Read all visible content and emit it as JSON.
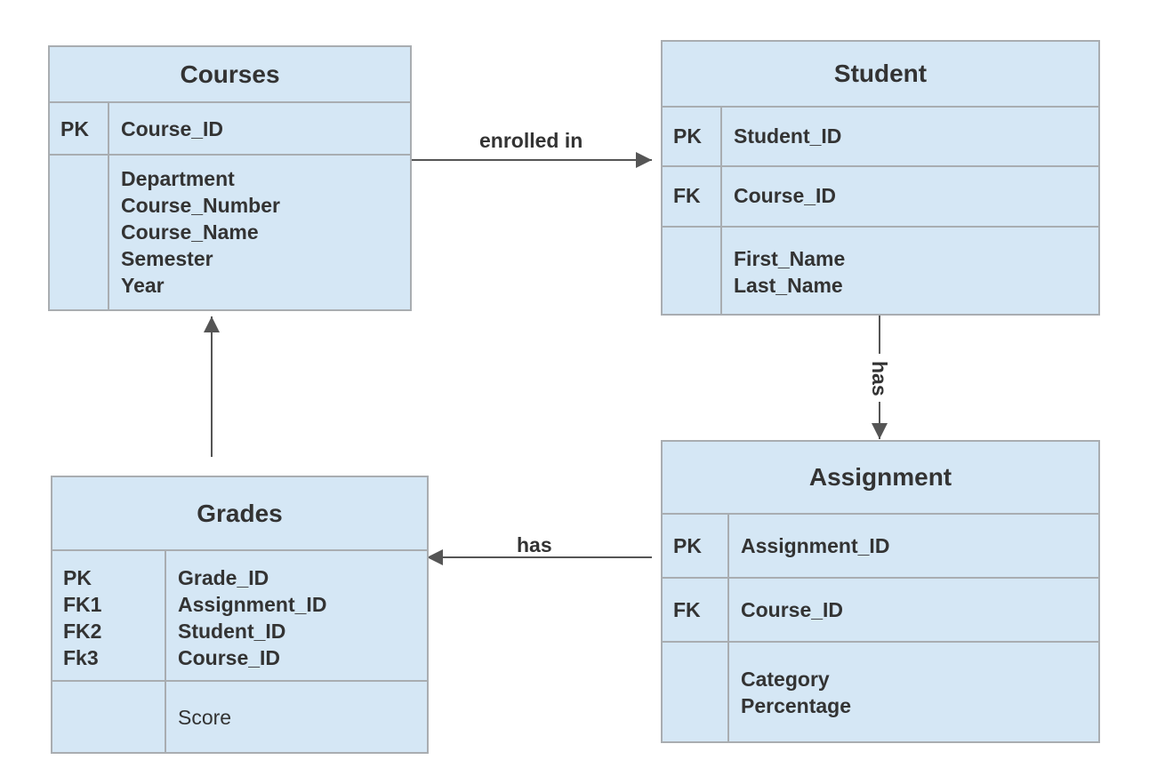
{
  "entities": {
    "courses": {
      "title": "Courses",
      "pk_key": "PK",
      "pk_field": "Course_ID",
      "attributes": [
        "Department",
        "Course_Number",
        "Course_Name",
        "Semester",
        "Year"
      ]
    },
    "student": {
      "title": "Student",
      "pk_key": "PK",
      "pk_field": "Student_ID",
      "fk_key": "FK",
      "fk_field": "Course_ID",
      "attributes": [
        "First_Name",
        "Last_Name"
      ]
    },
    "assignment": {
      "title": "Assignment",
      "pk_key": "PK",
      "pk_field": "Assignment_ID",
      "fk_key": "FK",
      "fk_field": "Course_ID",
      "attributes": [
        "Category",
        "Percentage"
      ]
    },
    "grades": {
      "title": "Grades",
      "keys": [
        "PK",
        "FK1",
        "FK2",
        "Fk3"
      ],
      "key_fields": [
        "Grade_ID",
        "Assignment_ID",
        "Student_ID",
        "Course_ID"
      ],
      "attributes": [
        "Score"
      ]
    }
  },
  "relationships": {
    "courses_student": "enrolled in",
    "student_assignment": "has",
    "assignment_grades": "has"
  },
  "colors": {
    "entity_fill": "#d5e7f5",
    "entity_border": "#a9adb1",
    "connector": "#555555",
    "text": "#333333"
  }
}
